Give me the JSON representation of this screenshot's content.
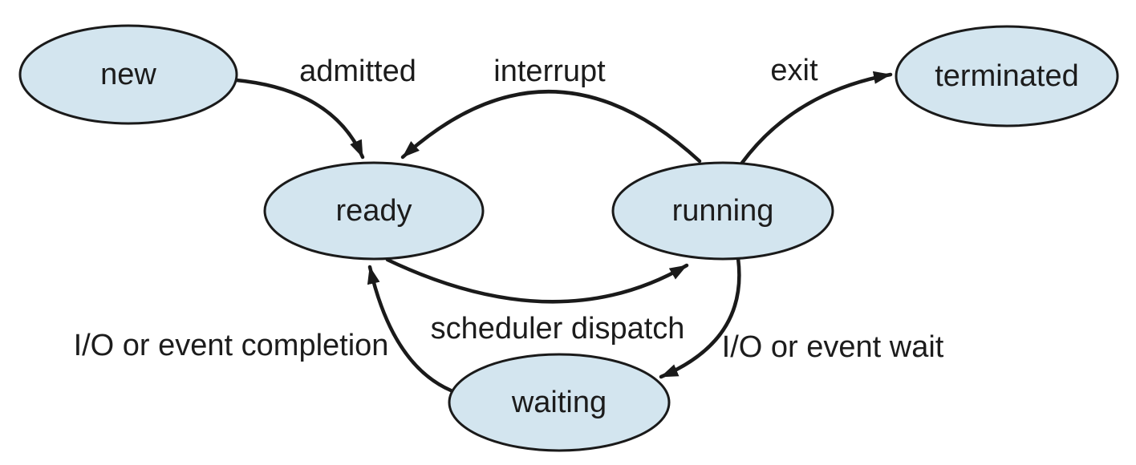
{
  "diagram": {
    "type": "state-diagram",
    "subject": "Operating system process lifecycle states",
    "background_color": "#ffffff",
    "node_fill": "#d3e5ef",
    "node_stroke": "#1a1a1a",
    "arrow_color": "#1a1a1a",
    "text_color": "#1c1c1c",
    "nodes": [
      {
        "id": "new",
        "label": "new"
      },
      {
        "id": "ready",
        "label": "ready"
      },
      {
        "id": "running",
        "label": "running"
      },
      {
        "id": "terminated",
        "label": "terminated"
      },
      {
        "id": "waiting",
        "label": "waiting"
      }
    ],
    "edges": [
      {
        "id": "admitted",
        "label": "admitted",
        "from": "new",
        "to": "ready"
      },
      {
        "id": "interrupt",
        "label": "interrupt",
        "from": "running",
        "to": "ready"
      },
      {
        "id": "exit",
        "label": "exit",
        "from": "running",
        "to": "terminated"
      },
      {
        "id": "scheduler-dispatch",
        "label": "scheduler dispatch",
        "from": "ready",
        "to": "running"
      },
      {
        "id": "io-wait",
        "label": "I/O or event wait",
        "from": "running",
        "to": "waiting"
      },
      {
        "id": "io-completion",
        "label": "I/O or event completion",
        "from": "waiting",
        "to": "ready"
      }
    ]
  }
}
